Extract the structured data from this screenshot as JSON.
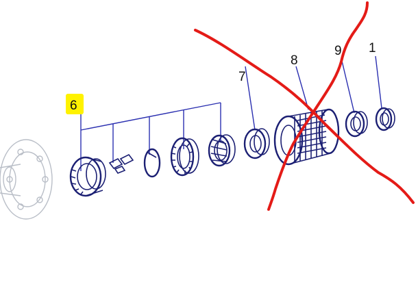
{
  "labels": {
    "group": "6",
    "bearing_small": "7",
    "freehub_body": "8",
    "spacer": "9",
    "end_cap": "1"
  },
  "colors": {
    "parts_line": "#1b1f73",
    "leader_line": "#2a2fb0",
    "hub_outline": "#b9bec7",
    "highlight": "#fff200",
    "cross_out": "#e41b17"
  }
}
